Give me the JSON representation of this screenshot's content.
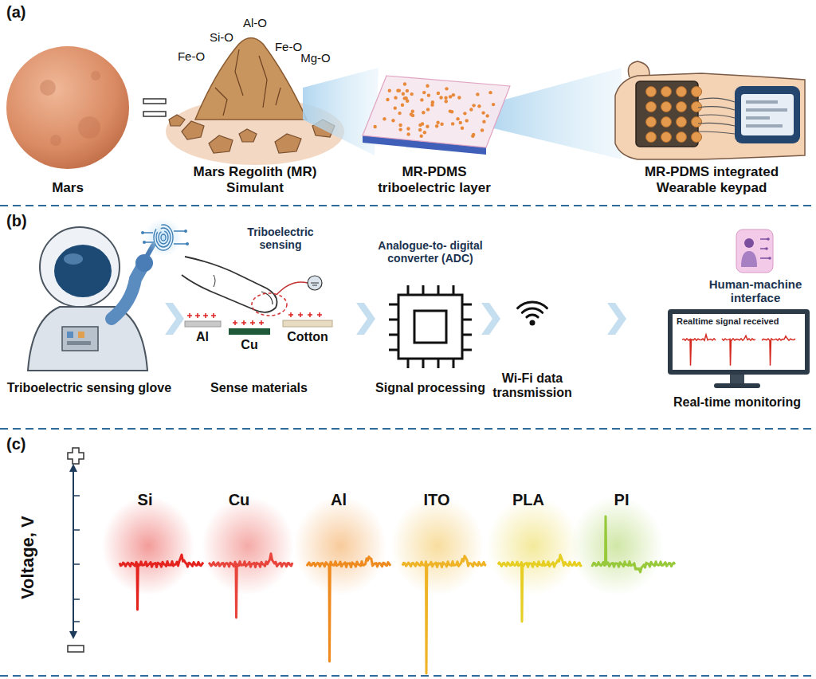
{
  "diagram": {
    "nodes": [
      {
        "text": [
          "Realtime signal received"
        ]
      }
    ],
    "labels": [
      "(a)",
      "Fe-O",
      "Si-O",
      "Al-O",
      "Fe-O",
      "Mg-O",
      "Mars",
      "Mars Regolith (MR) Simulant",
      "MR-PDMS triboelectric layer",
      "MR-PDMS integrated Wearable keypad",
      "(b)",
      "Triboelectric sensing",
      "Analogue-to- digital converter (ADC)",
      "Human-machine interface",
      "Al",
      "Cu",
      "Cotton",
      "Wi-Fi data transmission",
      "Triboelectric sensing glove",
      "Sense materials",
      "Signal processing",
      "Real-time monitoring",
      "(c)",
      "Si",
      "Cu",
      "Al",
      "ITO",
      "PLA",
      "PI",
      "Voltage, V"
    ]
  }
}
